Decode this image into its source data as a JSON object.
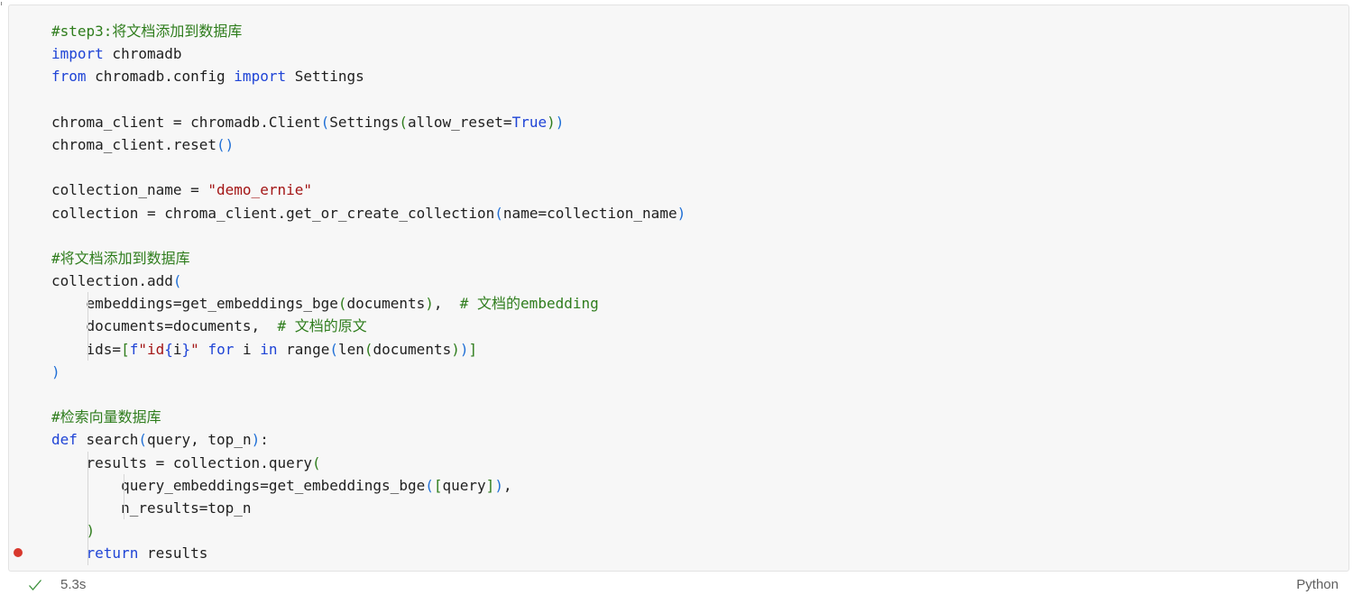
{
  "cell": {
    "lines": [
      [
        {
          "t": "#step3:将文档添加到数据库",
          "c": "cm"
        }
      ],
      [
        {
          "t": "import",
          "c": "kw"
        },
        {
          "t": " chromadb",
          "c": ""
        }
      ],
      [
        {
          "t": "from",
          "c": "kw"
        },
        {
          "t": " chromadb.config ",
          "c": ""
        },
        {
          "t": "import",
          "c": "kw"
        },
        {
          "t": " Settings",
          "c": ""
        }
      ],
      [],
      [
        {
          "t": "chroma_client = chromadb.Client",
          "c": ""
        },
        {
          "t": "(",
          "c": "br"
        },
        {
          "t": "Settings",
          "c": ""
        },
        {
          "t": "(",
          "c": "br2"
        },
        {
          "t": "allow_reset=",
          "c": ""
        },
        {
          "t": "True",
          "c": "kw"
        },
        {
          "t": ")",
          "c": "br2"
        },
        {
          "t": ")",
          "c": "br"
        }
      ],
      [
        {
          "t": "chroma_client.reset",
          "c": ""
        },
        {
          "t": "()",
          "c": "br"
        }
      ],
      [],
      [
        {
          "t": "collection_name = ",
          "c": ""
        },
        {
          "t": "\"demo_ernie\"",
          "c": "str"
        }
      ],
      [
        {
          "t": "collection = chroma_client.get_or_create_collection",
          "c": ""
        },
        {
          "t": "(",
          "c": "br"
        },
        {
          "t": "name=collection_name",
          "c": ""
        },
        {
          "t": ")",
          "c": "br"
        }
      ],
      [],
      [
        {
          "t": "#将文档添加到数据库",
          "c": "cm"
        }
      ],
      [
        {
          "t": "collection.add",
          "c": ""
        },
        {
          "t": "(",
          "c": "br"
        }
      ],
      [
        {
          "t": "    embeddings=get_embeddings_bge",
          "c": ""
        },
        {
          "t": "(",
          "c": "br2"
        },
        {
          "t": "documents",
          "c": ""
        },
        {
          "t": ")",
          "c": "br2"
        },
        {
          "t": ",  ",
          "c": ""
        },
        {
          "t": "# 文档的embedding",
          "c": "cm"
        }
      ],
      [
        {
          "t": "    documents=documents,  ",
          "c": ""
        },
        {
          "t": "# 文档的原文",
          "c": "cm"
        }
      ],
      [
        {
          "t": "    ids=",
          "c": ""
        },
        {
          "t": "[",
          "c": "br2"
        },
        {
          "t": "f",
          "c": "kw"
        },
        {
          "t": "\"id",
          "c": "str"
        },
        {
          "t": "{",
          "c": "kw"
        },
        {
          "t": "i",
          "c": ""
        },
        {
          "t": "}",
          "c": "kw"
        },
        {
          "t": "\"",
          "c": "str"
        },
        {
          "t": " ",
          "c": ""
        },
        {
          "t": "for",
          "c": "kw"
        },
        {
          "t": " i ",
          "c": ""
        },
        {
          "t": "in",
          "c": "kw"
        },
        {
          "t": " range",
          "c": ""
        },
        {
          "t": "(",
          "c": "br"
        },
        {
          "t": "len",
          "c": ""
        },
        {
          "t": "(",
          "c": "br2"
        },
        {
          "t": "documents",
          "c": ""
        },
        {
          "t": ")",
          "c": "br2"
        },
        {
          "t": ")",
          "c": "br"
        },
        {
          "t": "]",
          "c": "br2"
        }
      ],
      [
        {
          "t": ")",
          "c": "br"
        }
      ],
      [],
      [
        {
          "t": "#检索向量数据库",
          "c": "cm"
        }
      ],
      [
        {
          "t": "def",
          "c": "kw"
        },
        {
          "t": " search",
          "c": ""
        },
        {
          "t": "(",
          "c": "br"
        },
        {
          "t": "query, top_n",
          "c": ""
        },
        {
          "t": ")",
          "c": "br"
        },
        {
          "t": ":",
          "c": ""
        }
      ],
      [
        {
          "t": "    results = collection.query",
          "c": ""
        },
        {
          "t": "(",
          "c": "br2"
        }
      ],
      [
        {
          "t": "        query_embeddings=get_embeddings_bge",
          "c": ""
        },
        {
          "t": "(",
          "c": "br"
        },
        {
          "t": "[",
          "c": "br2"
        },
        {
          "t": "query",
          "c": ""
        },
        {
          "t": "]",
          "c": "br2"
        },
        {
          "t": ")",
          "c": "br"
        },
        {
          "t": ",",
          "c": ""
        }
      ],
      [
        {
          "t": "        n_results=top_n",
          "c": ""
        }
      ],
      [
        {
          "t": "    ",
          "c": ""
        },
        {
          "t": ")",
          "c": "br2"
        }
      ],
      [
        {
          "t": "    ",
          "c": ""
        },
        {
          "t": "return",
          "c": "kw"
        },
        {
          "t": " results",
          "c": ""
        }
      ]
    ]
  },
  "status": {
    "check_icon": "check-icon",
    "exec_time": "5.3s",
    "language": "Python"
  },
  "colors": {
    "keyword": "#1f44d6",
    "comment": "#2f7d1d",
    "string": "#a31515",
    "breakpoint": "#d8382d"
  }
}
